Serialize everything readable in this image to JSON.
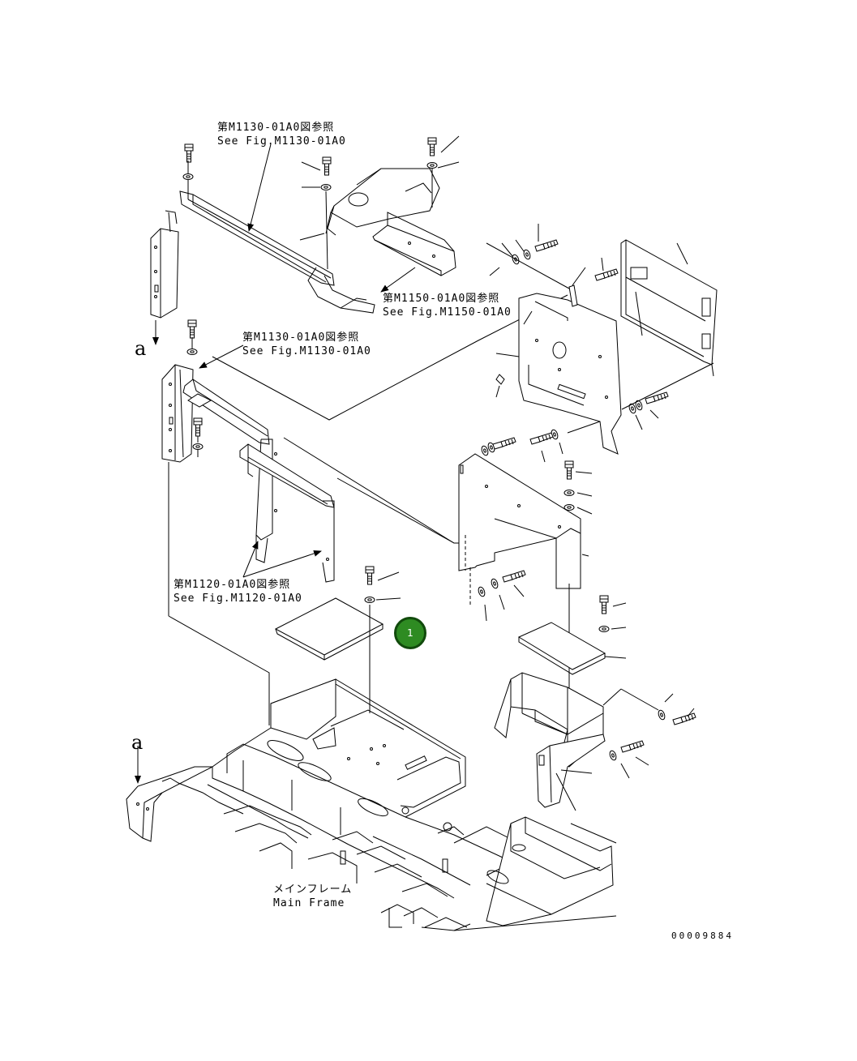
{
  "references": {
    "fig_m1130_top": {
      "jp": "第M1130-01A0図参照",
      "en": "See Fig.M1130-01A0"
    },
    "fig_m1150": {
      "jp": "第M1150-01A0図参照",
      "en": "See Fig.M1150-01A0"
    },
    "fig_m1130_mid": {
      "jp": "第M1130-01A0図参照",
      "en": "See Fig.M1130-01A0"
    },
    "fig_m1120": {
      "jp": "第M1120-01A0図参照",
      "en": "See Fig.M1120-01A0"
    },
    "main_frame": {
      "jp": "メインフレーム",
      "en": "Main Frame"
    }
  },
  "arrow_labels": {
    "top": "a",
    "bottom": "a"
  },
  "callouts": [
    {
      "number": "1"
    }
  ],
  "colors": {
    "line": "#000000",
    "callout_fill": "#2e8b22",
    "callout_border": "#114a0c"
  },
  "drawing_number": "00009884"
}
